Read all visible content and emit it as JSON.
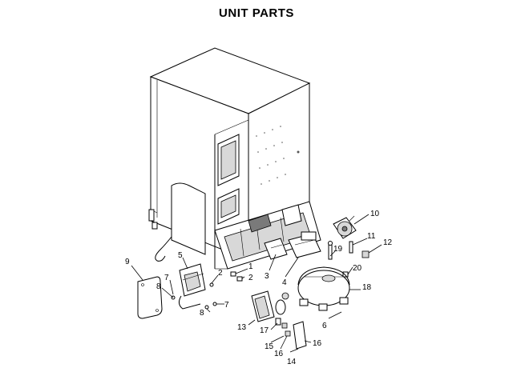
{
  "title": "UNIT PARTS",
  "callouts": [
    {
      "id": "c1",
      "label": "1"
    },
    {
      "id": "c2a",
      "label": "2"
    },
    {
      "id": "c2b",
      "label": "2"
    },
    {
      "id": "c3",
      "label": "3"
    },
    {
      "id": "c4",
      "label": "4"
    },
    {
      "id": "c5",
      "label": "5"
    },
    {
      "id": "c6",
      "label": "6"
    },
    {
      "id": "c7a",
      "label": "7"
    },
    {
      "id": "c7b",
      "label": "7"
    },
    {
      "id": "c8a",
      "label": "8"
    },
    {
      "id": "c8b",
      "label": "8"
    },
    {
      "id": "c9",
      "label": "9"
    },
    {
      "id": "c10",
      "label": "10"
    },
    {
      "id": "c11",
      "label": "11"
    },
    {
      "id": "c12",
      "label": "12"
    },
    {
      "id": "c13",
      "label": "13"
    },
    {
      "id": "c14",
      "label": "14"
    },
    {
      "id": "c15",
      "label": "15"
    },
    {
      "id": "c16a",
      "label": "16"
    },
    {
      "id": "c16b",
      "label": "16"
    },
    {
      "id": "c17",
      "label": "17"
    },
    {
      "id": "c18",
      "label": "18"
    },
    {
      "id": "c19",
      "label": "19"
    },
    {
      "id": "c20",
      "label": "20"
    }
  ]
}
